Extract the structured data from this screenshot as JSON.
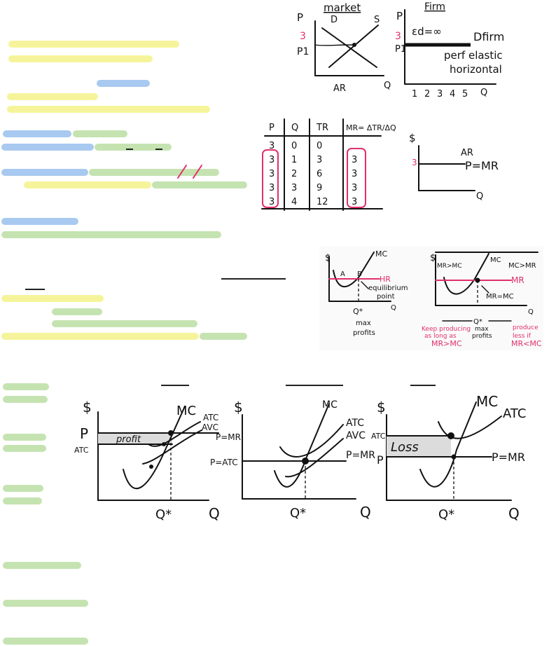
{
  "market_firm": {
    "market_title": "market",
    "firm_title": "Firm",
    "p_label": "P",
    "d_label": "D",
    "s_label": "S",
    "p_value": "3",
    "p1_label": "P1",
    "ar_label": "AR",
    "q_label": "Q",
    "elasticity": "εd=∞",
    "d_firm": "Dfirm",
    "perf_elastic": "perf elastic",
    "horizontal": "horizontal",
    "ticks": [
      "1",
      "2",
      "3",
      "4",
      "5"
    ]
  },
  "table": {
    "headers": [
      "P",
      "Q",
      "TR",
      "MR= ΔTR/ΔQ"
    ],
    "rows": [
      [
        "3",
        "0",
        "0",
        ""
      ],
      [
        "3",
        "1",
        "3",
        "3"
      ],
      [
        "3",
        "2",
        "6",
        "3"
      ],
      [
        "3",
        "3",
        "9",
        "3"
      ],
      [
        "3",
        "4",
        "12",
        "3"
      ]
    ]
  },
  "ar_graph": {
    "dollar": "$",
    "ar": "AR",
    "p_eq_mr": "P=MR",
    "price": "3",
    "q": "Q"
  },
  "mr_mc_left": {
    "dollar": "$",
    "mc": "MC",
    "hr": "HR",
    "a": "A",
    "b": "B",
    "eq1": "equilibrium",
    "eq2": "point",
    "qstar": "Q*",
    "q": "Q",
    "max": "max",
    "profits": "profits"
  },
  "mr_mc_right": {
    "dollar": "$",
    "mr_gt_mc": "MR>MC",
    "mc": "MC",
    "mc_gt_mr": "MC>MR",
    "mr": "MR",
    "mr_eq_mc": "MR=MC",
    "q": "Q",
    "qstar": "Q*",
    "keep1": "Keep producing",
    "keep2": "as long as",
    "keep3": "MR>MC",
    "max": "max",
    "profits": "profits",
    "prod1": "produce",
    "prod2": "less if",
    "prod3": "MR<MC"
  },
  "graph_profit": {
    "dollar": "$",
    "p": "P",
    "atc_axis": "ATC",
    "mc": "MC",
    "atc": "ATC",
    "avc": "AVC",
    "p_eq_mr": "P=MR",
    "profit": "profit",
    "qstar": "Q*",
    "q": "Q"
  },
  "graph_breakeven": {
    "dollar": "$",
    "p_eq_atc": "P=ATC",
    "mc": "MC",
    "atc": "ATC",
    "avc": "AVC",
    "p_eq_mr": "P=MR",
    "qstar": "Q*",
    "q": "Q"
  },
  "graph_loss": {
    "dollar": "$",
    "atc_axis": "ATC",
    "p": "P",
    "mc": "MC",
    "atc": "ATC",
    "p_eq_mr": "P=MR",
    "loss": "Loss",
    "qstar": "Q*",
    "q": "Q"
  },
  "colors": {
    "yellow": "#f4f28a",
    "blue": "#9ec3ee",
    "green": "#bfe0a8",
    "pink": "#e0306a"
  }
}
